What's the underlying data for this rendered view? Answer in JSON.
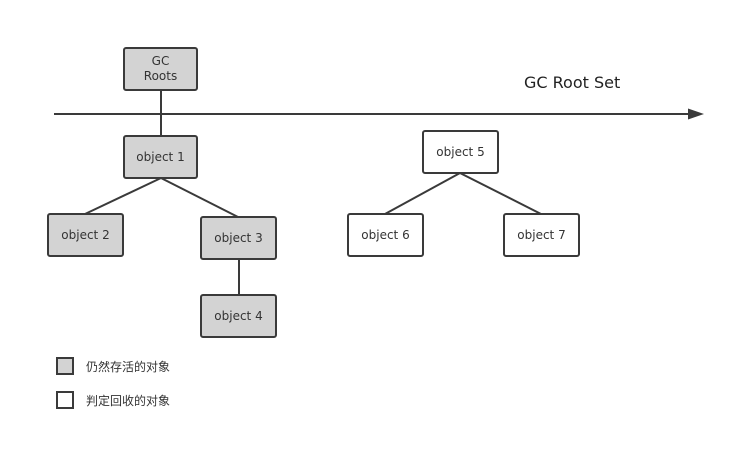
{
  "axis": {
    "label": "GC Root Set"
  },
  "nodes": {
    "gc_roots": {
      "line1": "GC",
      "line2": "Roots"
    },
    "obj1": "object 1",
    "obj2": "object 2",
    "obj3": "object 3",
    "obj4": "object 4",
    "obj5": "object 5",
    "obj6": "object 6",
    "obj7": "object 7"
  },
  "legend": {
    "reachable": "仍然存活的对象",
    "collectable": "判定回收的对象"
  },
  "colors": {
    "reachable_fill": "#d3d3d3",
    "collectable_fill": "#ffffff",
    "stroke": "#3a3a3a"
  }
}
